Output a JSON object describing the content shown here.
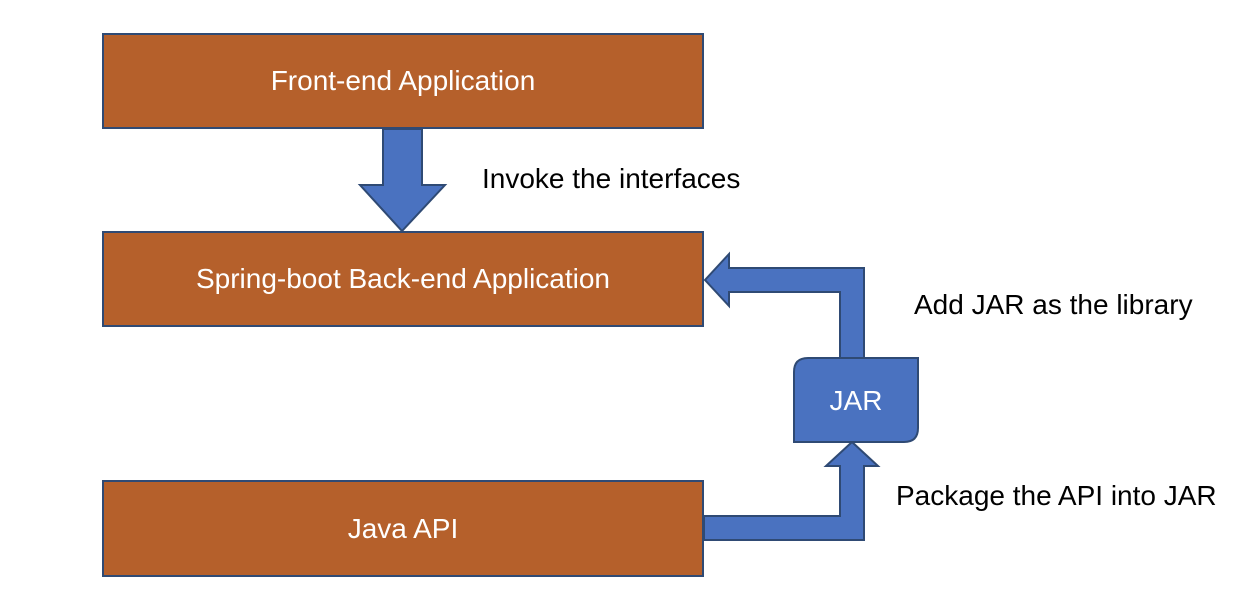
{
  "nodes": {
    "frontend": "Front-end Application",
    "backend": "Spring-boot Back-end Application",
    "java_api": "Java API",
    "jar": "JAR"
  },
  "edges": {
    "invoke": "Invoke the interfaces",
    "add_jar": "Add JAR as the library",
    "package": "Package the API into JAR"
  },
  "colors": {
    "box_fill": "#b5602b",
    "box_border": "#2f4a74",
    "arrow_fill": "#4a72c0",
    "arrow_stroke": "#2f4a74"
  }
}
